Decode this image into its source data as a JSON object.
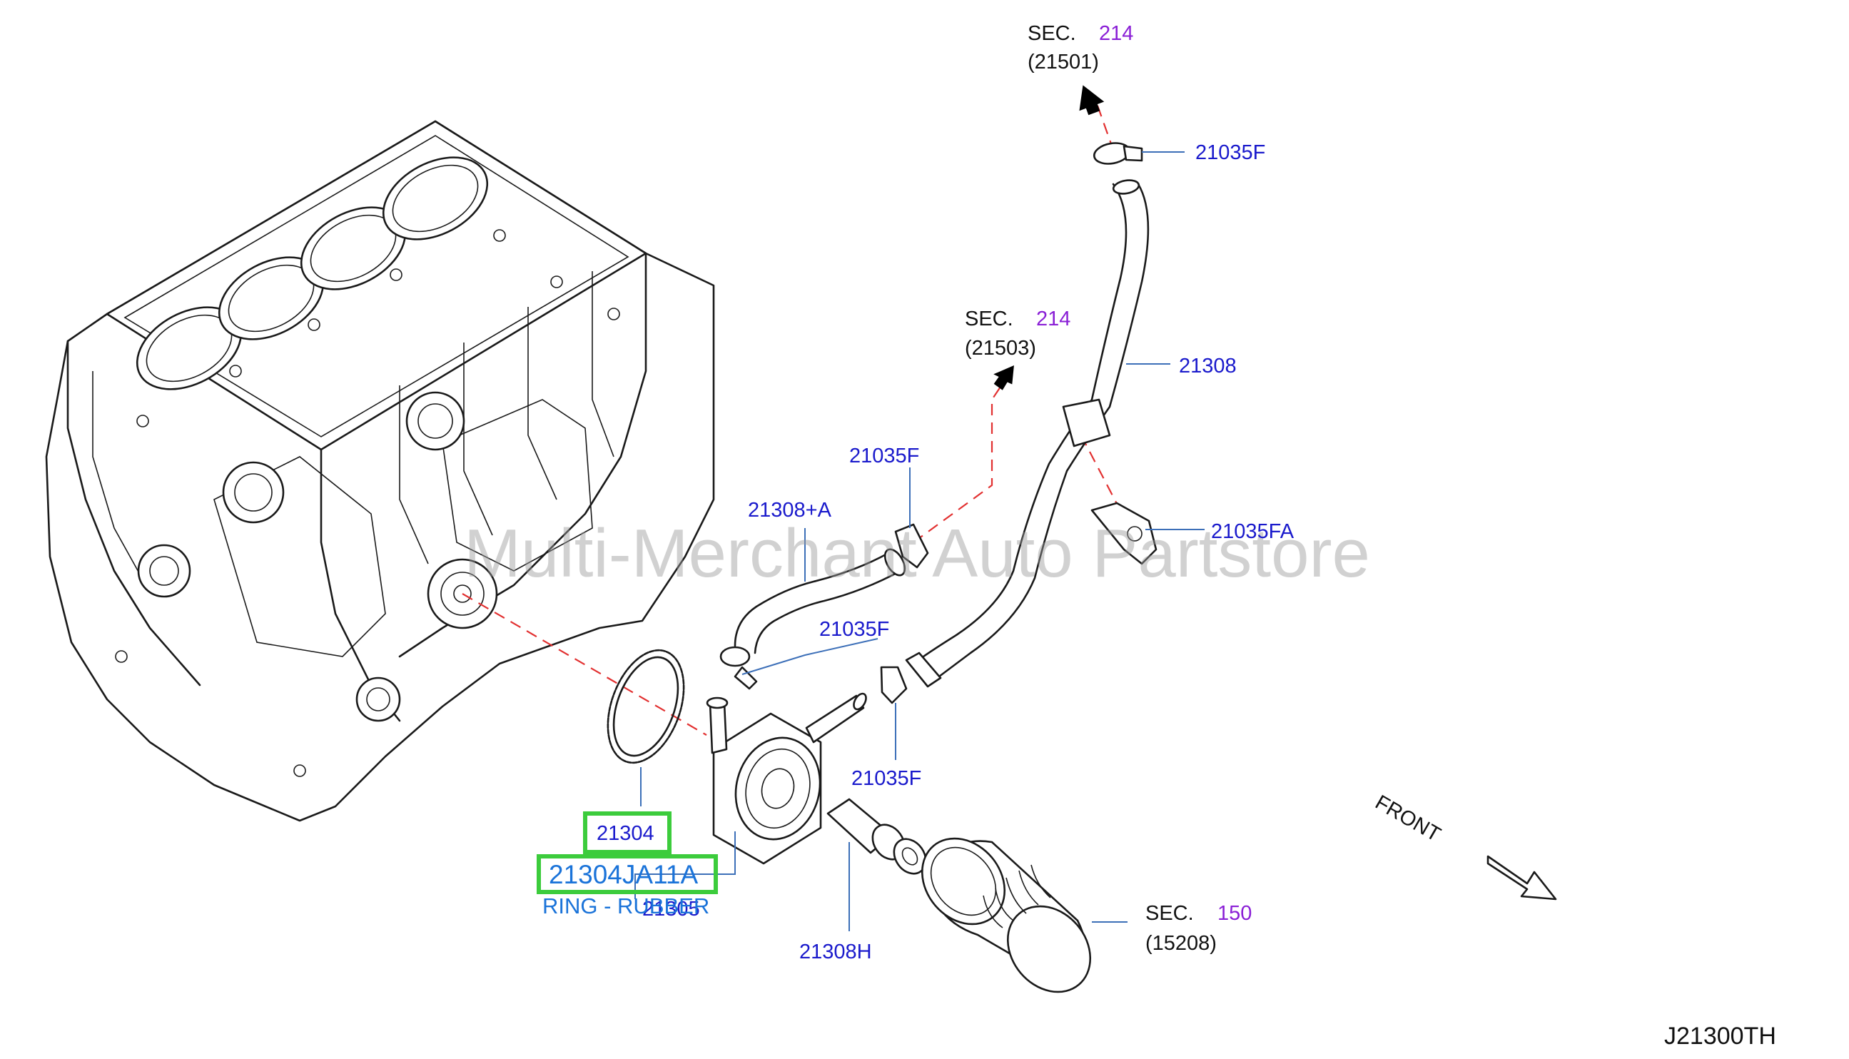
{
  "sections": {
    "top": {
      "sec_word": "SEC.",
      "sec_num": "214",
      "ref": "(21501)"
    },
    "mid": {
      "sec_word": "SEC.",
      "sec_num": "214",
      "ref": "(21503)"
    },
    "filter": {
      "sec_word": "SEC.",
      "sec_num": "150",
      "ref": "(15208)"
    }
  },
  "labels": {
    "clamp_top": "21035F",
    "hose_long": "21308",
    "clamp_mid": "21035F",
    "clamp_fa": "21035FA",
    "hose_a": "21308+A",
    "clamp_lower": "21035F",
    "clamp_bottom": "21035F",
    "connector": "21308H",
    "cooler": "21305"
  },
  "selected": {
    "ring_code": "21304",
    "part_number": "21304JA11A",
    "description": "RING - RUBBER"
  },
  "front_label": "FRONT",
  "diagram_code": "J21300TH",
  "watermark": "Multi-Merchant Auto Partstore",
  "colors": {
    "label_blue": "#1a1acc",
    "section_purple": "#8a1fd6",
    "leader_blue": "#3c6fb8",
    "dash_red": "#e23030",
    "highlight_green": "#3ccc3c",
    "selected_blue": "#1a73d9"
  }
}
